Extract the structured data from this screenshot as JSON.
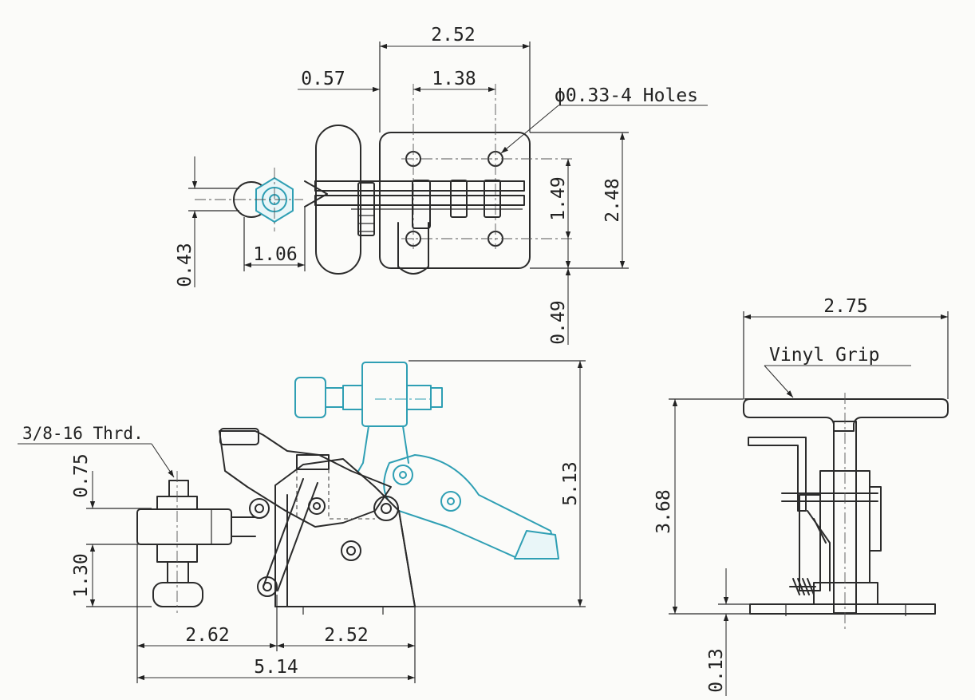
{
  "colors": {
    "ink": "#2b2b2b",
    "moving_part": "#2f9fb4",
    "paper": "#fbfbf9"
  },
  "top_view": {
    "overall_length": "2.52",
    "offset_left": "0.57",
    "hole_spacing": "1.38",
    "holes_note": "ϕ0.33-4 Holes",
    "hole_pitch": "1.49",
    "base_width": "2.48",
    "spindle_offset": "0.43",
    "spindle_length": "1.06",
    "edge_offset": "0.49"
  },
  "side_view": {
    "thread_note": "3/8-16 Thrd.",
    "upper_height": "0.75",
    "lower_height": "1.30",
    "open_height": "5.13",
    "front_length": "2.62",
    "rear_length": "2.52",
    "total_length": "5.14"
  },
  "end_view": {
    "grip_width": "2.75",
    "grip_note": "Vinyl  Grip",
    "height": "3.68",
    "base_thickness": "0.13"
  }
}
